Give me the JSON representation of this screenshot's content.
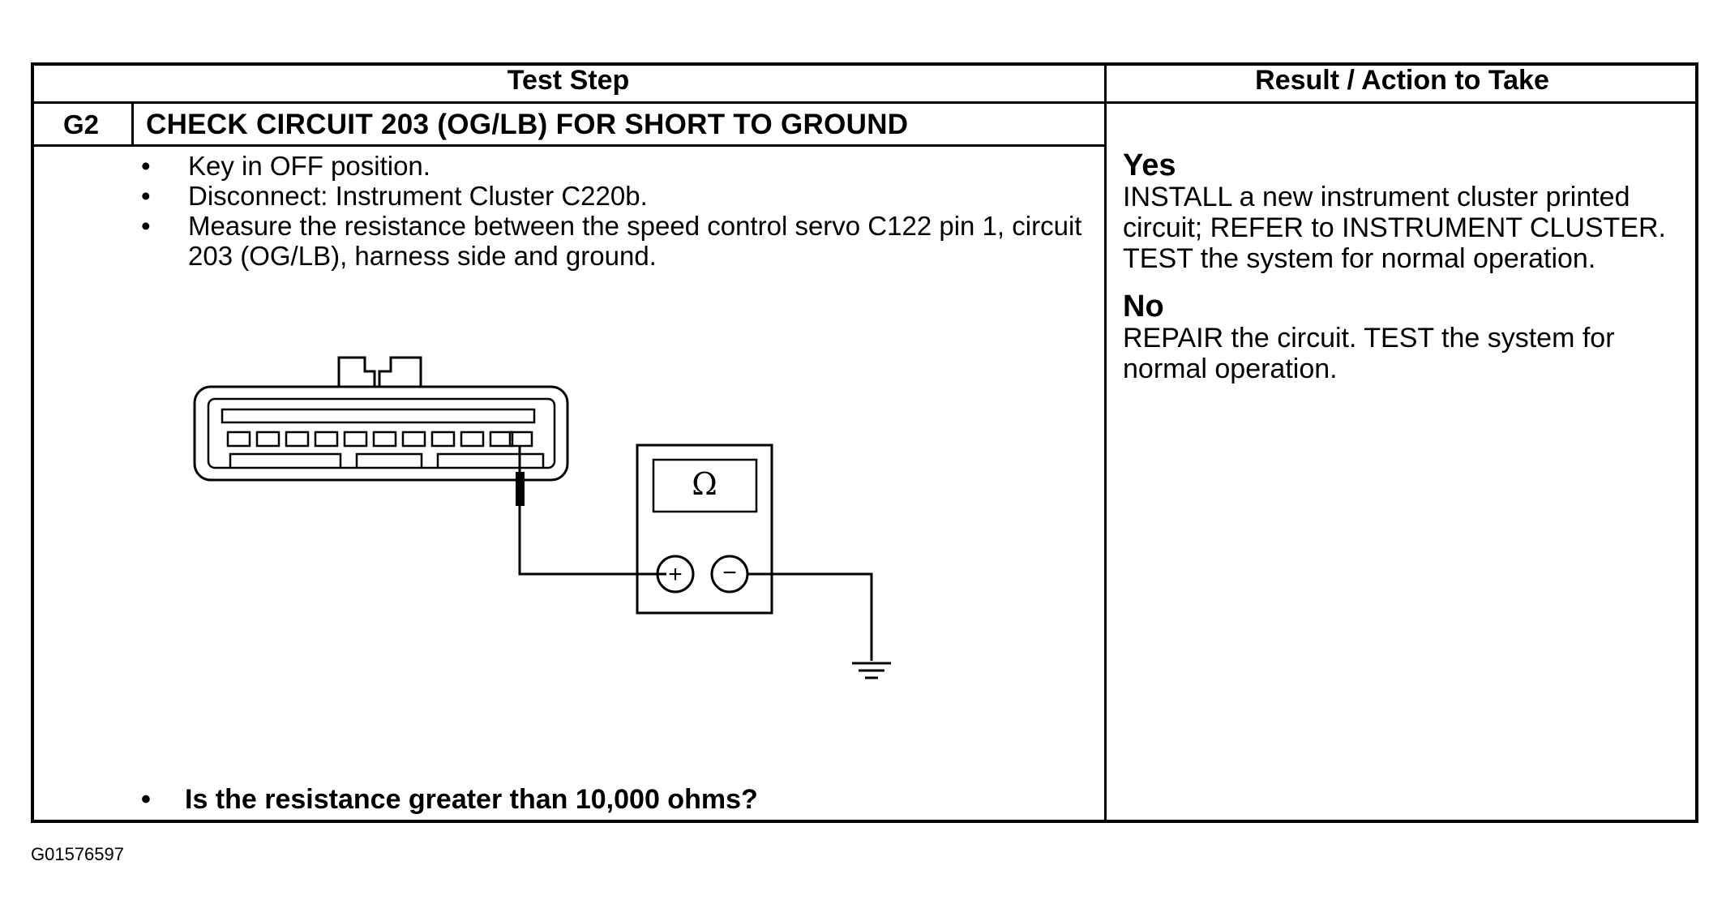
{
  "table": {
    "header_test_step": "Test Step",
    "header_result": "Result / Action to Take",
    "step_id": "G2",
    "step_title": "CHECK CIRCUIT 203 (OG/LB) FOR SHORT TO GROUND",
    "instructions": [
      "Key in OFF position.",
      "Disconnect: Instrument Cluster C220b.",
      "Measure the resistance between the speed control servo C122 pin 1, circuit 203 (OG/LB), harness side and ground."
    ],
    "question": "Is the resistance greater than 10,000 ohms?",
    "bullet_glyph": "•",
    "results": {
      "yes_label": "Yes",
      "yes_action": "INSTALL a new instrument cluster printed circuit; REFER to INSTRUMENT CLUSTER. TEST the system for normal operation.",
      "no_label": "No",
      "no_action": "REPAIR the circuit. TEST the system for normal operation."
    }
  },
  "diagram": {
    "meter_symbol": "Ω",
    "plus_symbol": "+",
    "minus_symbol": "−"
  },
  "figure_id": "G01576597",
  "colors": {
    "ink": "#000000",
    "paper": "#ffffff"
  }
}
